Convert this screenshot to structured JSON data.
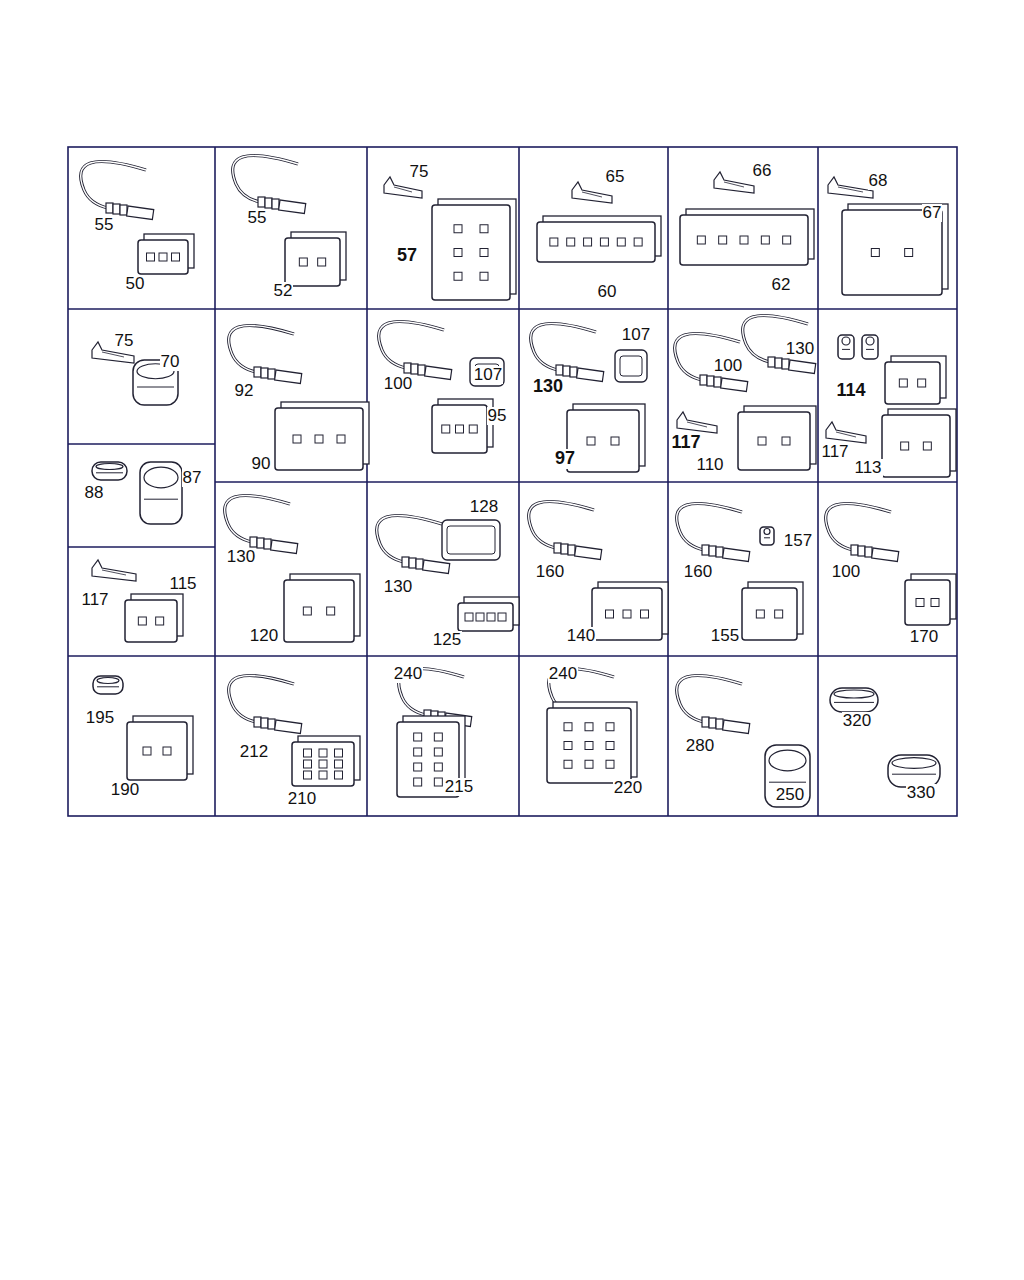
{
  "diagram": {
    "labels": [
      "55",
      "50",
      "55",
      "52",
      "75",
      "57",
      "65",
      "60",
      "66",
      "62",
      "68",
      "67",
      "75",
      "70",
      "92",
      "90",
      "100",
      "107",
      "95",
      "107",
      "130",
      "97",
      "100",
      "130",
      "117",
      "110",
      "114",
      "117",
      "113",
      "88",
      "87",
      "117",
      "115",
      "130",
      "120",
      "128",
      "130",
      "125",
      "160",
      "140",
      "157",
      "160",
      "155",
      "100",
      "170",
      "195",
      "190",
      "212",
      "210",
      "240",
      "215",
      "240",
      "220",
      "280",
      "250",
      "320",
      "330"
    ]
  }
}
